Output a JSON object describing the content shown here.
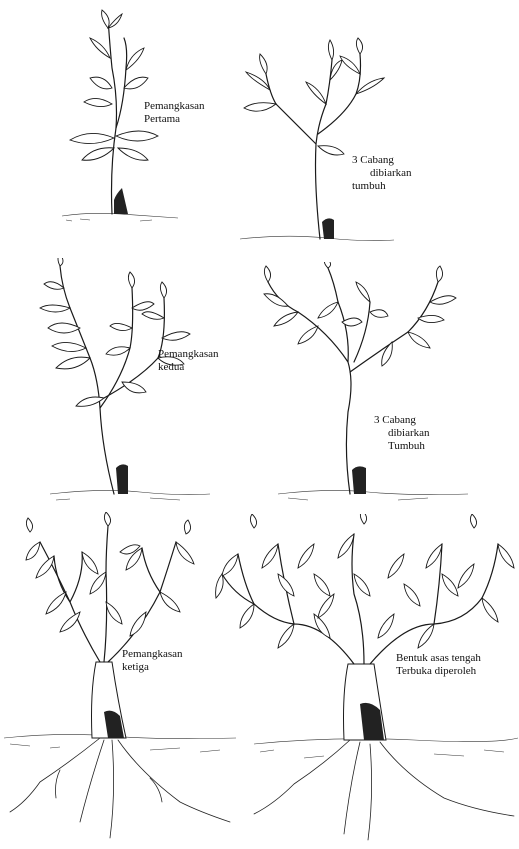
{
  "stages": [
    {
      "id": "stage-1",
      "lines": [
        "Pemangkasan",
        "Pertama"
      ]
    },
    {
      "id": "stage-2",
      "lines": [
        "3 Cabang",
        "dibiarkan",
        "tumbuh"
      ]
    },
    {
      "id": "stage-3",
      "lines": [
        "Pemangkasan",
        "kedua"
      ]
    },
    {
      "id": "stage-4",
      "lines": [
        "3 Cabang",
        "dibiarkan",
        "Tumbuh"
      ]
    },
    {
      "id": "stage-5",
      "lines": [
        "Pemangkasan",
        "ketiga"
      ]
    },
    {
      "id": "stage-6",
      "lines": [
        "Bentuk asas tengah",
        "Terbuka diperoleh"
      ]
    }
  ]
}
